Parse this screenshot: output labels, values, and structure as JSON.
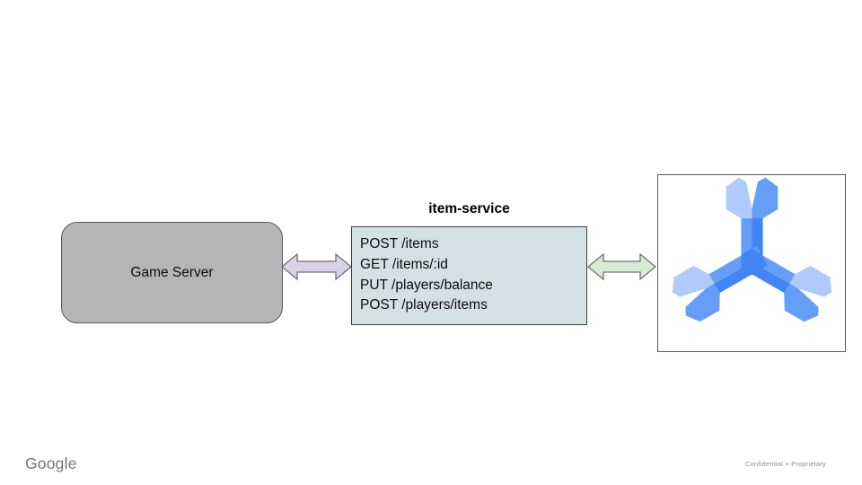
{
  "diagram": {
    "game_server_label": "Game Server",
    "service_title": "item-service",
    "endpoints": [
      "POST /items",
      "GET /items/:id",
      "PUT /players/balance",
      "POST /players/items"
    ],
    "database_icon": "cloud-spanner-icon",
    "colors": {
      "game_server_fill": "#b5b5b5",
      "game_server_border": "#595959",
      "service_fill": "#d4e1e4",
      "arrow_left_fill": "#d9d2e9",
      "arrow_right_fill": "#d9ead3",
      "arrow_border": "#707070",
      "spanner_light": "#aecbfa",
      "spanner_medium": "#669df6",
      "spanner_dark": "#4285f4"
    }
  },
  "footer": {
    "brand": "Google",
    "confidential": "Confidential + Proprietary"
  }
}
